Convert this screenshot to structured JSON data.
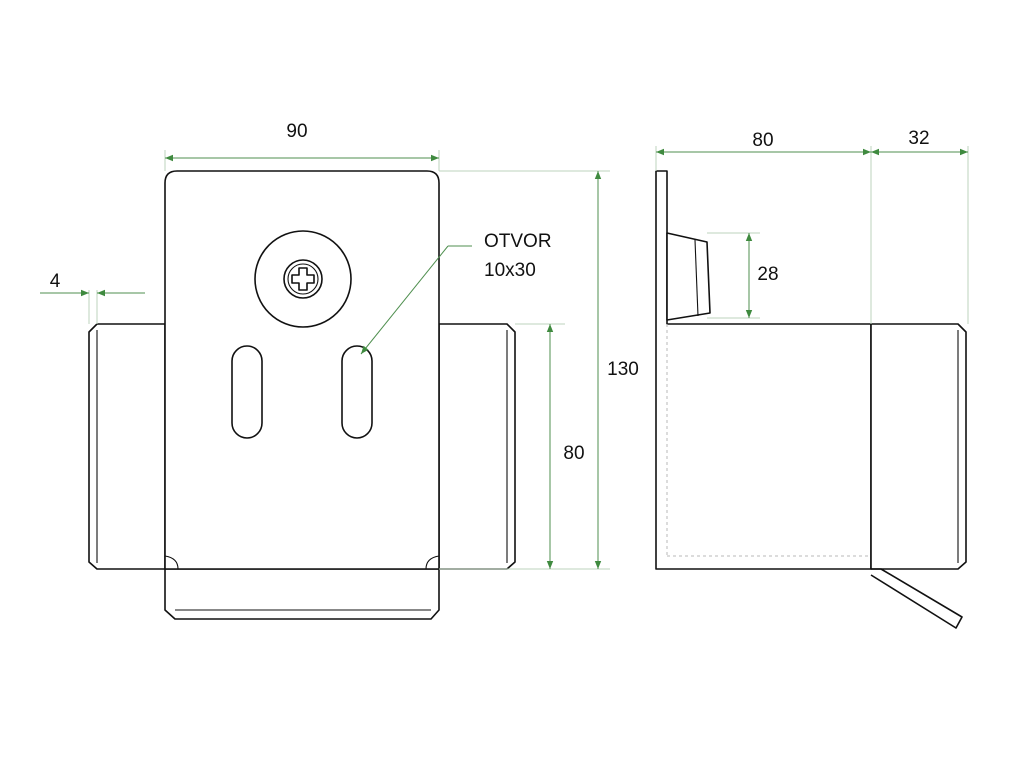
{
  "front_view": {
    "width_label": "90",
    "height_label": "130",
    "flange_height_label": "80",
    "thickness_label": "4",
    "slot_callout_title": "OTVOR",
    "slot_callout_size": "10x30"
  },
  "side_view": {
    "depth_label": "80",
    "flange_label": "32",
    "screw_head_label": "28"
  },
  "colors": {
    "outline": "#111111",
    "dimension": "#4f8f4f",
    "arrow": "#3f8a3f",
    "hidden_line": "#b8b8b8"
  }
}
